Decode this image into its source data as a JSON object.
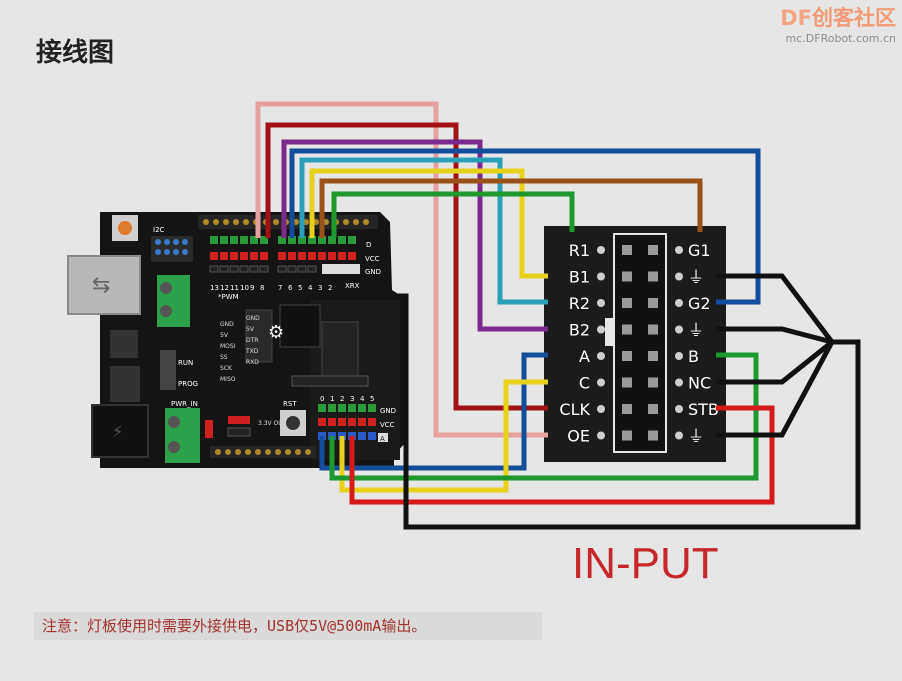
{
  "heading": "接线图",
  "watermark": {
    "logo_df": "DF",
    "logo_cn": "创客社区",
    "url": "mc.DFRobot.com.cn"
  },
  "board": {
    "labels": {
      "i2c": "I2C",
      "pwm": "*PWM",
      "d": "D",
      "vcc": "VCC",
      "gnd": "GND",
      "xrx": "XRX",
      "run": "RUN",
      "prog": "PROG",
      "pwr_in": "PWR_IN",
      "rst": "RST",
      "gnd2": "GND",
      "vcc2": "VCC",
      "a": "A",
      "out33": "3.3V OUT",
      "digital_pins": [
        "13",
        "12",
        "11",
        "10",
        "9",
        "8",
        "7",
        "6",
        "5",
        "4",
        "3",
        "2"
      ],
      "analog_pins": [
        "0",
        "1",
        "2",
        "3",
        "4",
        "5"
      ],
      "spi": [
        "GND",
        "5V",
        "MOSI",
        "SS",
        "SCK",
        "MISO"
      ],
      "uart": [
        "GND",
        "5V",
        "DTR",
        "TXD",
        "RXD"
      ]
    }
  },
  "connector": {
    "left_pins": [
      "R1",
      "B1",
      "R2",
      "B2",
      "A",
      "C",
      "CLK",
      "OE"
    ],
    "right_pins": [
      "G1",
      "⏚",
      "G2",
      "⏚",
      "B",
      "NC",
      "STB",
      "⏚"
    ]
  },
  "wire_colors": {
    "pink": "#e6a0a0",
    "darkred": "#a11216",
    "purple": "#7a2a8a",
    "cyan": "#2aa0b8",
    "yellow": "#e6d21a",
    "green": "#1c9a2e",
    "brown": "#9a5218",
    "blue": "#134e9c",
    "red": "#d61a1a",
    "black": "#111111"
  },
  "input_label": "IN-PUT",
  "note": "注意：灯板使用时需要外接供电，USB仅5V@500mA输出。"
}
